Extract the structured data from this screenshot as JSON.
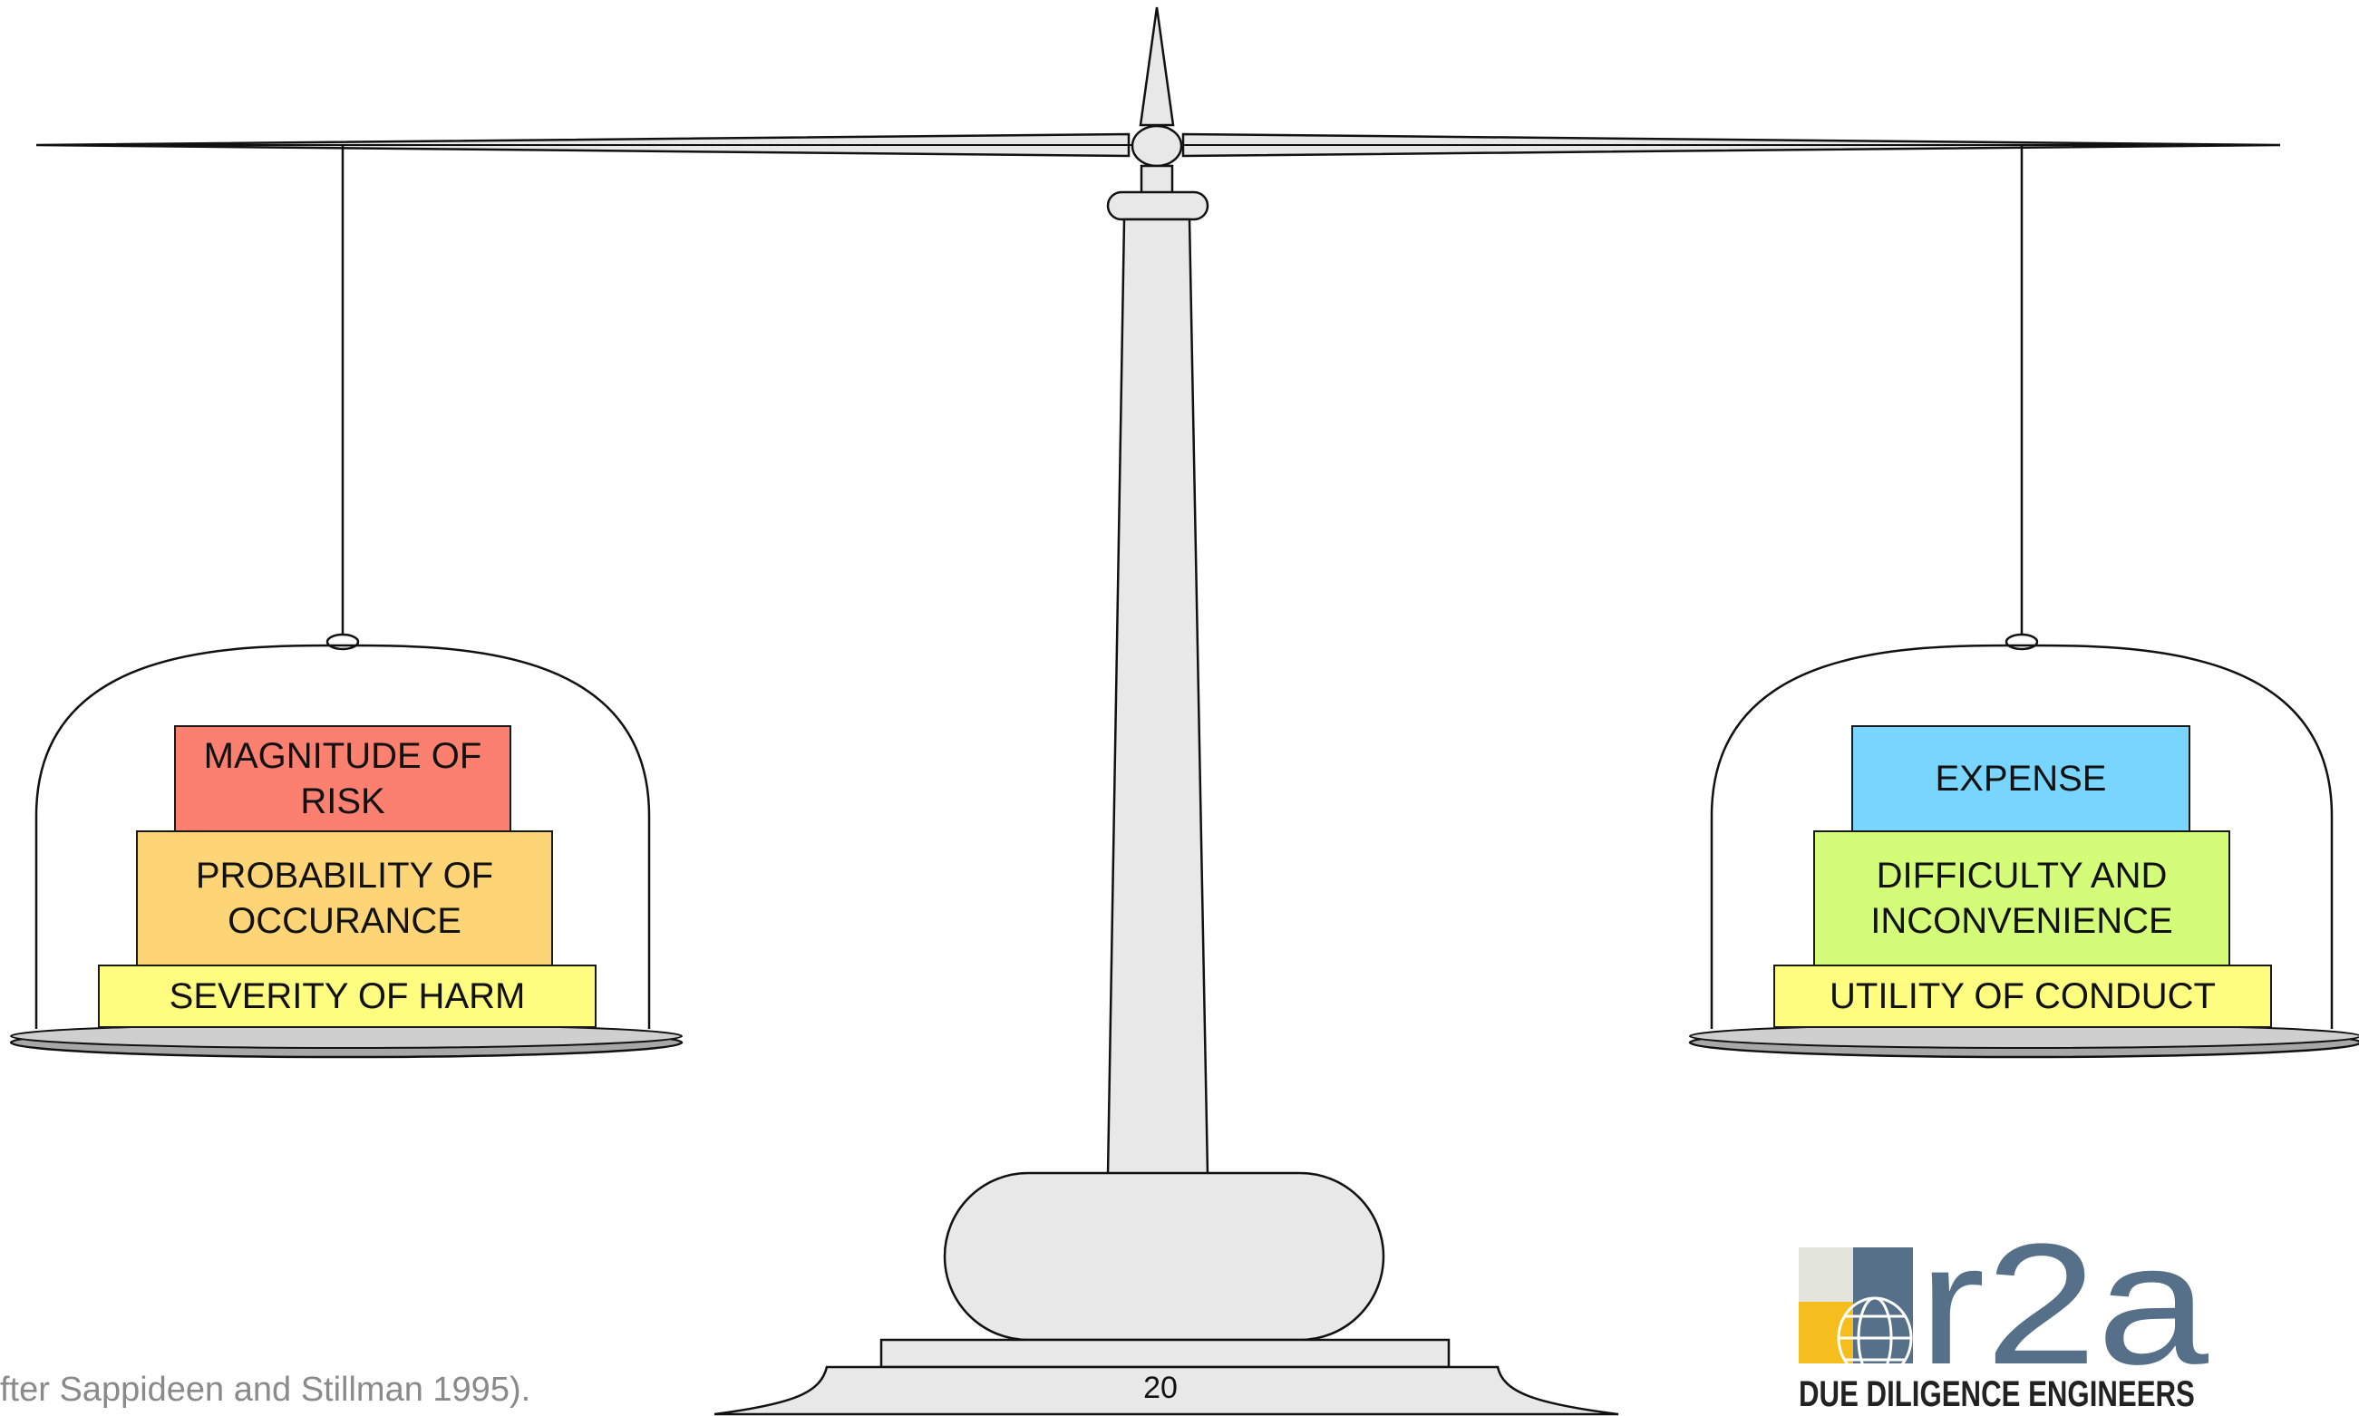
{
  "left_pan": {
    "blocks": [
      {
        "label": "MAGNITUDE OF\nRISK",
        "color": "#fb8070"
      },
      {
        "label": "PROBABILITY OF\nOCCURANCE",
        "color": "#fed576"
      },
      {
        "label": "SEVERITY OF HARM",
        "color": "#fefd80"
      }
    ]
  },
  "right_pan": {
    "blocks": [
      {
        "label": "EXPENSE",
        "color": "#78d5fd"
      },
      {
        "label": "DIFFICULTY AND\nINCONVENIENCE",
        "color": "#d4fc79"
      },
      {
        "label": "UTILITY OF CONDUCT",
        "color": "#fefd80"
      }
    ]
  },
  "caption": "fter Sappideen and Stillman 1995).",
  "page_number": "20",
  "logo": {
    "wordmark": "r2a",
    "tagline": "DUE DILIGENCE ENGINEERS",
    "colors": {
      "grey_light": "#e3e4dc",
      "slate": "#56708a",
      "yellow": "#f5be1e",
      "white": "#ffffff"
    }
  }
}
